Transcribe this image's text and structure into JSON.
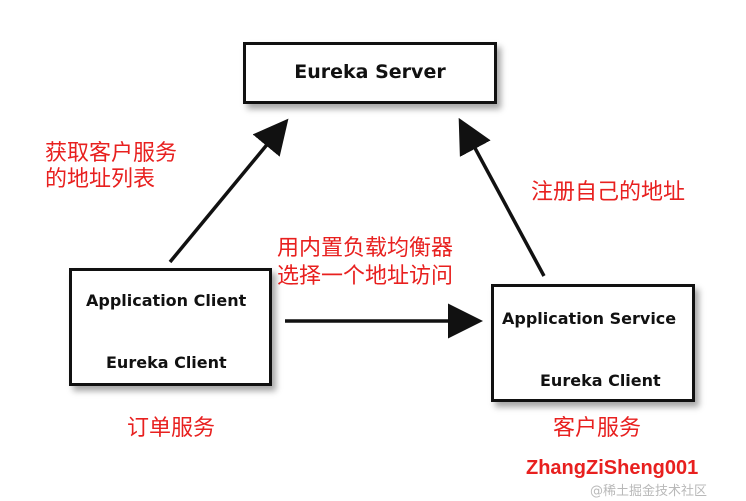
{
  "nodes": {
    "eureka_server": "Eureka Server",
    "order_app": "Application Client",
    "order_eureka": "Eureka Client",
    "customer_app": "Application Service",
    "customer_eureka": "Eureka Client"
  },
  "labels": {
    "fetch_line1": "获取客户服务",
    "fetch_line2": "的地址列表",
    "register": "注册自己的地址",
    "lb_line1": "用内置负载均衡器",
    "lb_line2": "选择一个地址访问",
    "order_service": "订单服务",
    "customer_service": "客户服务"
  },
  "watermark": {
    "author": "ZhangZiSheng001",
    "site": "@稀土掘金技术社区"
  },
  "colors": {
    "annotation": "#e8201f",
    "box_border": "#111111"
  }
}
